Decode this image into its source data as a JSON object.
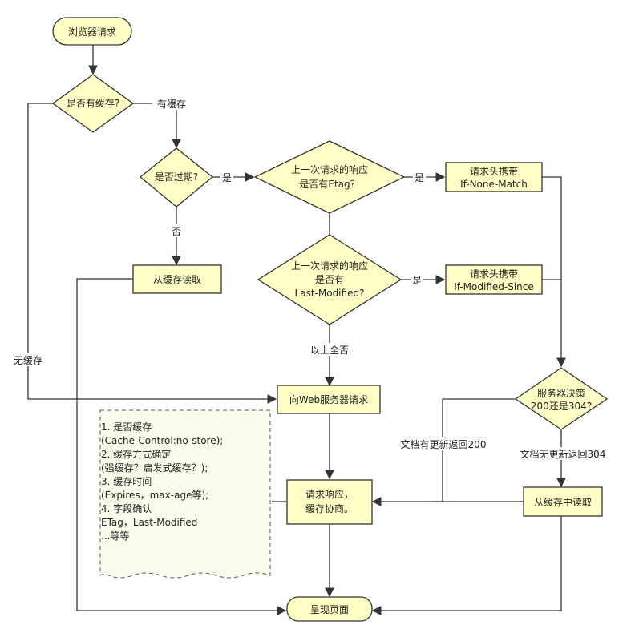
{
  "nodes": {
    "browser_request": "浏览器请求",
    "has_cache": "是否有缓存?",
    "expired": "是否过期?",
    "read_cache": "从缓存读取",
    "etag_q": [
      "上一次请求的响应",
      "是否有Etag？"
    ],
    "lastmod_q": [
      "上一次请求的响应",
      "是否有",
      "Last-Modified?"
    ],
    "inm": [
      "请求头携带",
      "If-None-Match"
    ],
    "ims": [
      "请求头携带",
      "If-Modified-Since"
    ],
    "web_request": "向Web服务器请求",
    "server_decide": [
      "服务器决策",
      "200还是304?"
    ],
    "response": [
      "请求响应，",
      "缓存协商。"
    ],
    "read_cache_middle": "从缓存中读取",
    "render": "呈现页面"
  },
  "edges": {
    "has_cache_label": "有缓存",
    "no_cache_label": "无缓存",
    "yes": "是",
    "no": "否",
    "all_no": "以上全否",
    "doc_updated": "文档有更新返回200",
    "doc_not_updated": "文档无更新返回304"
  },
  "note": [
    "1. 是否缓存",
    "(Cache-Control:no-store);",
    "2. 缓存方式确定",
    "(强缓存？启发式缓存？);",
    "3. 缓存时间",
    "(Expires，max-age等);",
    "4. 字段确认",
    "ETag，Last-Modified",
    "...等等"
  ],
  "colors": {
    "fill": "#ffffc6",
    "stroke": "#333333",
    "note_fill": "#fcfcec"
  }
}
